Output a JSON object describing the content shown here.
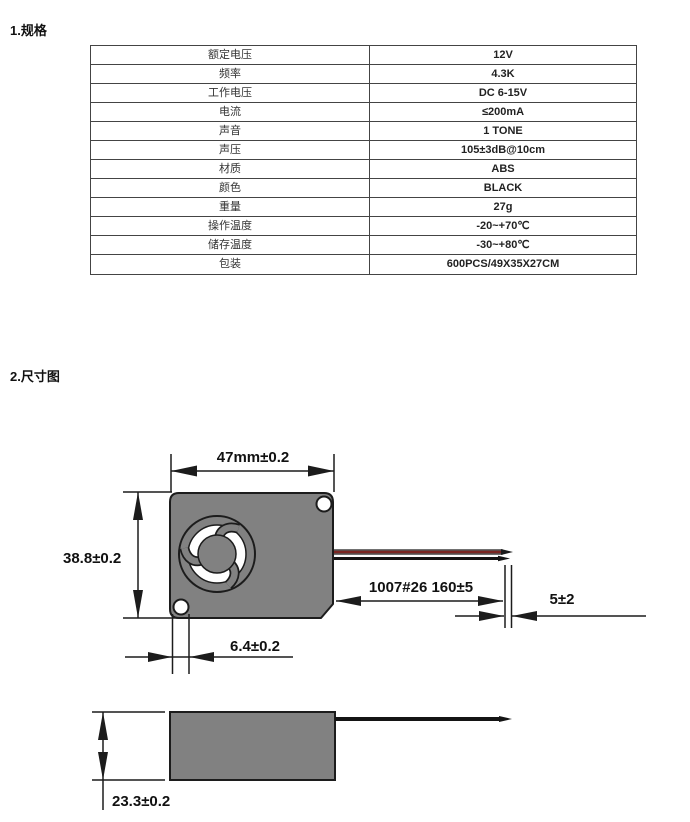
{
  "sections": {
    "spec": {
      "heading": "1.规格"
    },
    "dimensions": {
      "heading": "2.尺寸图"
    }
  },
  "spec_table": {
    "rows": [
      {
        "label": "额定电压",
        "value": "12V"
      },
      {
        "label": "频率",
        "value": "4.3K"
      },
      {
        "label": "工作电压",
        "value": "DC 6-15V"
      },
      {
        "label": "电流",
        "value": "≤200mA"
      },
      {
        "label": "声音",
        "value": "1 TONE"
      },
      {
        "label": "声压",
        "value": "105±3dB@10cm"
      },
      {
        "label": "材质",
        "value": "ABS"
      },
      {
        "label": "颜色",
        "value": "BLACK"
      },
      {
        "label": "重量",
        "value": "27g"
      },
      {
        "label": "操作温度",
        "value": "-20~+70℃"
      },
      {
        "label": "储存温度",
        "value": "-30~+80℃"
      },
      {
        "label": "包装",
        "value": "600PCS/49X35X27CM"
      }
    ]
  },
  "drawing": {
    "top_view": {
      "dim_width": "47mm±0.2",
      "dim_height": "38.8±0.2",
      "dim_hole_offset": "6.4±0.2",
      "dim_wire_spec": "1007#26 160±5",
      "dim_strip_length": "5±2"
    },
    "side_view": {
      "dim_thickness": "23.3±0.2"
    },
    "colors": {
      "body_gray": "#818181",
      "outline": "#1c1c1c",
      "wire_red": "#7a2622",
      "wire_black": "#141414"
    }
  }
}
